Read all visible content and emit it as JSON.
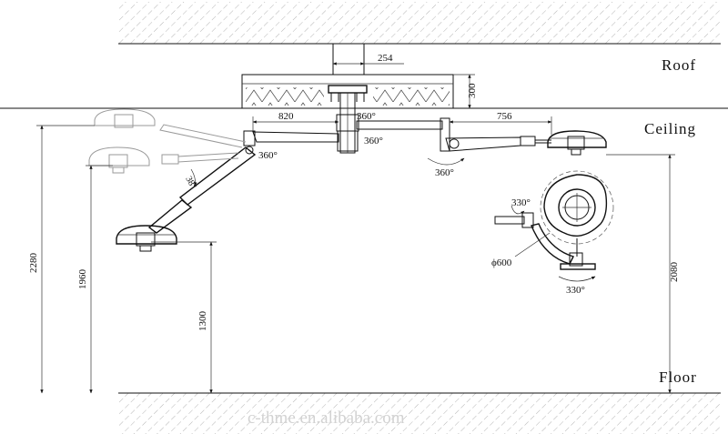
{
  "labels": {
    "roof": "Roof",
    "ceiling": "Ceiling",
    "floor": "Floor"
  },
  "dimensions": {
    "d254": "254",
    "d300": "300",
    "d820": "820",
    "d756": "756",
    "d2280": "2280",
    "d1960": "1960",
    "d1300": "1300",
    "d2080": "2080",
    "phi600": "ϕ600"
  },
  "angles": {
    "a360_top": "360°",
    "a360_mid": "360°",
    "a360_left": "360°",
    "a360_right": "360°",
    "a38": "38°",
    "a330_top": "330°",
    "a330_bottom": "330°"
  },
  "watermark": "c-thme.en.alibaba.com",
  "colors": {
    "line": "#111111",
    "hatch": "#b5b5b5",
    "watermark": "#d2d2d2"
  }
}
